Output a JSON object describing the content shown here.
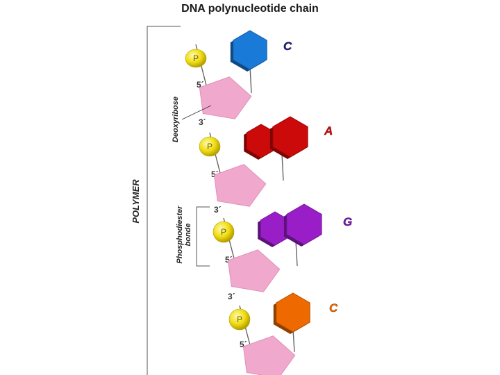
{
  "title": "DNA polynucleotide chain",
  "polymer_label": "POLYMER",
  "deoxyribose_label": "Deoxyribose",
  "phosphodiester_label_line1": "Phosphodiester",
  "phosphodiester_label_line2": "bonde",
  "phosphate_symbol": "P",
  "prime_5": "5´",
  "prime_3": "3´",
  "colors": {
    "sugar": "#f0a8cc",
    "phosphate": "#e8d400",
    "base_C1": "#1a7ad8",
    "base_A": "#cc0a0a",
    "base_G": "#9a1ec8",
    "base_C2": "#ee6a00"
  },
  "nucleotides": [
    {
      "base": "C",
      "base_color": "#1a7ad8",
      "label_color": "#1a2080",
      "shape": "single"
    },
    {
      "base": "A",
      "base_color": "#cc0a0a",
      "label_color": "#cc0a0a",
      "shape": "double"
    },
    {
      "base": "G",
      "base_color": "#9a1ec8",
      "label_color": "#7a18b0",
      "shape": "double"
    },
    {
      "base": "C",
      "base_color": "#ee6a00",
      "label_color": "#ee6a00",
      "shape": "single"
    }
  ]
}
